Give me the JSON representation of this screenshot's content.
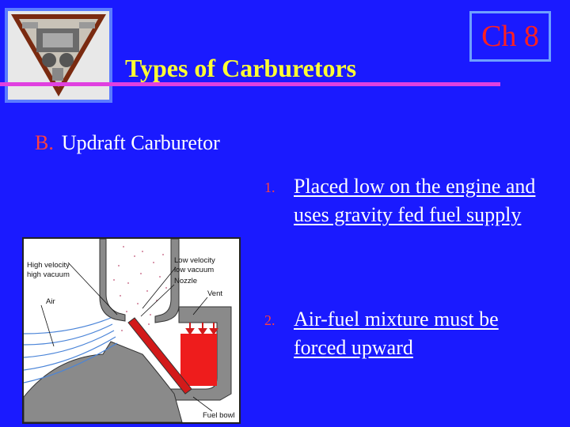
{
  "slide": {
    "title": "Types of Carburetors",
    "chapter_badge": "Ch 8",
    "section_letter": "B.",
    "section_title": "Updraft Carburetor",
    "bullets": [
      {
        "number": "1.",
        "text": "Placed low on the engine and uses gravity fed fuel supply"
      },
      {
        "number": "2.",
        "text": "Air-fuel mixture must be forced upward"
      }
    ]
  },
  "diagram": {
    "labels": {
      "high_velocity_1": "High velocity",
      "high_velocity_2": "high vacuum",
      "air": "Air",
      "low_velocity_1": "Low velocity",
      "low_velocity_2": "low vacuum",
      "nozzle": "Nozzle",
      "vent": "Vent",
      "fuel_bowl": "Fuel bowl"
    }
  },
  "colors": {
    "background": "#1a1aff",
    "title": "#ffff33",
    "accent_rule": "#e040e0",
    "numbering": "#ff4040",
    "fuel": "#ee1c1c"
  }
}
